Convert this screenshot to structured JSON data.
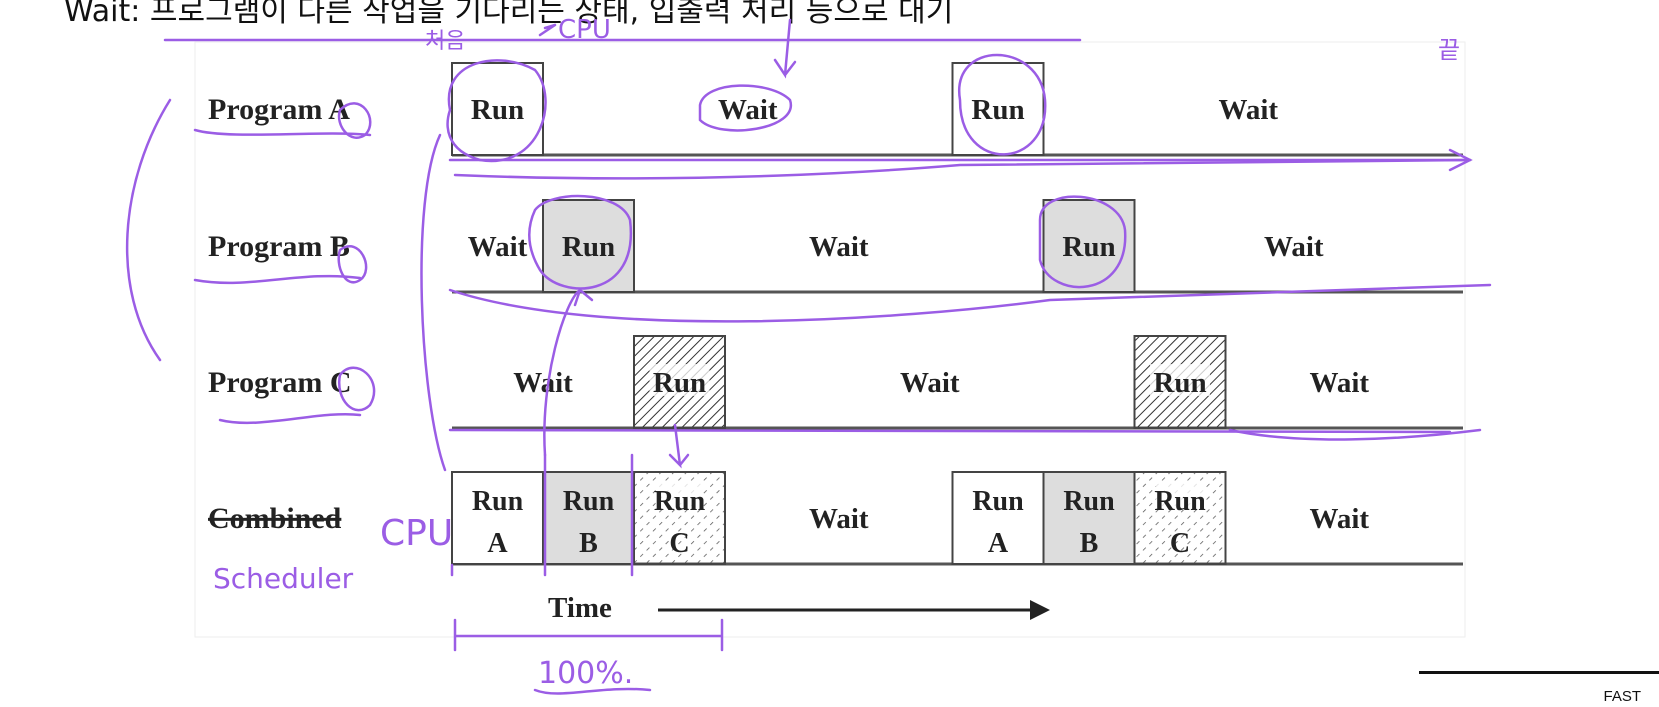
{
  "caption": {
    "prefix": "Wait:",
    "body": "프로그램이 다른 작업을 기다리는 상태, 입출력 처리 등으로 대기"
  },
  "diagram": {
    "title": "Multiprogramming with three programs",
    "rows": [
      {
        "label": "Program A",
        "segments": [
          {
            "text": "Run",
            "style": "white",
            "start": 0,
            "end": 1
          },
          {
            "text": "Wait",
            "style": "none",
            "start": 1,
            "end": 5.5
          },
          {
            "text": "Run",
            "style": "white",
            "start": 5.5,
            "end": 6.5
          },
          {
            "text": "Wait",
            "style": "none",
            "start": 6.5,
            "end": 11
          }
        ]
      },
      {
        "label": "Program B",
        "segments": [
          {
            "text": "Wait",
            "style": "none",
            "start": 0,
            "end": 1
          },
          {
            "text": "Run",
            "style": "gray",
            "start": 1,
            "end": 2
          },
          {
            "text": "Wait",
            "style": "none",
            "start": 2,
            "end": 6.5
          },
          {
            "text": "Run",
            "style": "gray",
            "start": 6.5,
            "end": 7.5
          },
          {
            "text": "Wait",
            "style": "none",
            "start": 7.5,
            "end": 11
          }
        ]
      },
      {
        "label": "Program C",
        "segments": [
          {
            "text": "Wait",
            "style": "none",
            "start": 0,
            "end": 2
          },
          {
            "text": "Run",
            "style": "hatch",
            "start": 2,
            "end": 3
          },
          {
            "text": "Wait",
            "style": "none",
            "start": 3,
            "end": 7.5
          },
          {
            "text": "Run",
            "style": "hatch",
            "start": 7.5,
            "end": 8.5
          },
          {
            "text": "Wait",
            "style": "none",
            "start": 8.5,
            "end": 11
          }
        ]
      },
      {
        "label": "Combined",
        "segments": [
          {
            "text": "Run",
            "sub": "A",
            "style": "white",
            "start": 0,
            "end": 1
          },
          {
            "text": "Run",
            "sub": "B",
            "style": "gray",
            "start": 1,
            "end": 2
          },
          {
            "text": "Run",
            "sub": "C",
            "style": "dots",
            "start": 2,
            "end": 3
          },
          {
            "text": "Wait",
            "style": "none",
            "start": 3,
            "end": 5.5
          },
          {
            "text": "Run",
            "sub": "A",
            "style": "white",
            "start": 5.5,
            "end": 6.5
          },
          {
            "text": "Run",
            "sub": "B",
            "style": "gray",
            "start": 6.5,
            "end": 7.5
          },
          {
            "text": "Run",
            "sub": "C",
            "style": "dots",
            "start": 7.5,
            "end": 8.5
          },
          {
            "text": "Wait",
            "style": "none",
            "start": 8.5,
            "end": 11
          }
        ]
      }
    ],
    "time_label": "Time"
  },
  "annotations": {
    "first": "처음",
    "cpu_top": "CPU",
    "end": "끝",
    "cpu": "CPU",
    "scheduler": "Scheduler",
    "percent": "100%."
  },
  "footer": "FAST",
  "colors": {
    "ink": "#9b5de5",
    "gray_fill": "#dddddd",
    "text": "#222222"
  }
}
